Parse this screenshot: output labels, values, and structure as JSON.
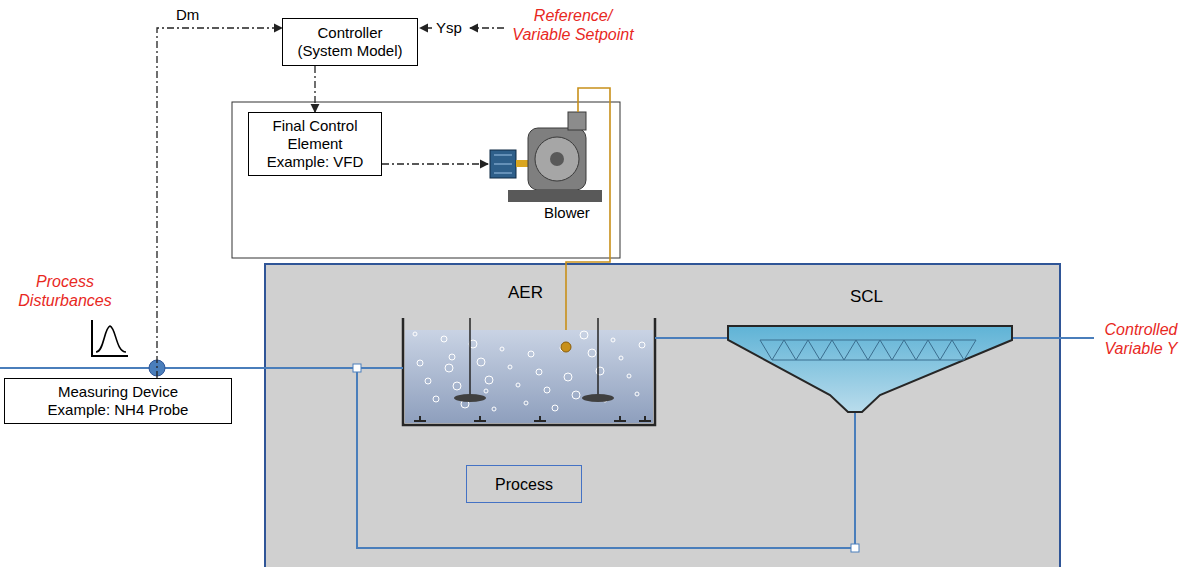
{
  "diagram": {
    "nodes": [
      {
        "text": [
          "Controller (System Model)"
        ]
      },
      {
        "text": [
          "Final Control Element",
          "Example: VFD"
        ]
      },
      {
        "text": [
          "Measuring Device",
          "Example: NH4 Probe"
        ]
      },
      {
        "text": [
          "Process"
        ]
      }
    ],
    "edges": [
      {
        "from": 2,
        "to": 0,
        "label": "Dm",
        "arrow": "to"
      },
      {
        "from": 0,
        "to": 1,
        "arrow": "to"
      }
    ],
    "labels": [
      "Ysp",
      "Reference/ Variable Setpoint",
      "Blower",
      "Process Disturbances",
      "AER",
      "SCL",
      "Controlled Variable Y"
    ]
  }
}
